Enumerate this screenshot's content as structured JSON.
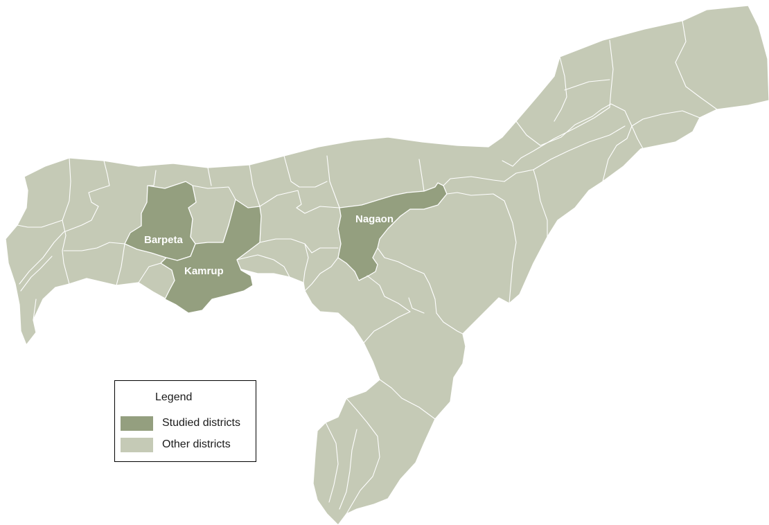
{
  "colors": {
    "studied": "#949f7f",
    "other": "#c5cab6",
    "border": "#ffffff"
  },
  "districts": {
    "barpeta": {
      "label": "Barpeta",
      "studied": true
    },
    "kamrup": {
      "label": "Kamrup",
      "studied": true
    },
    "nagaon": {
      "label": "Nagaon",
      "studied": true
    }
  },
  "legend": {
    "title": "Legend",
    "items": [
      {
        "label": "Studied districts",
        "color": "#949f7f"
      },
      {
        "label": "Other districts",
        "color": "#c5cab6"
      }
    ]
  }
}
